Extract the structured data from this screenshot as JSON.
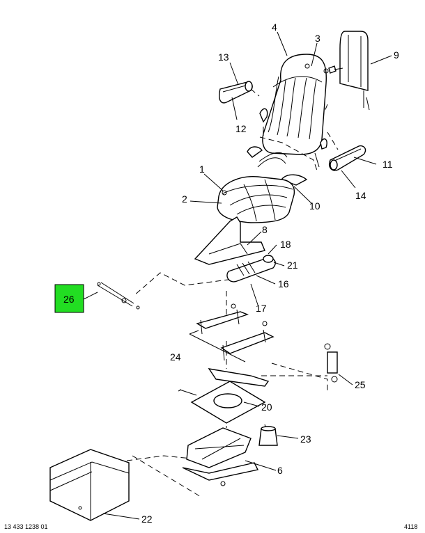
{
  "diagram": {
    "callouts": {
      "c1": "1",
      "c2": "2",
      "c3": "3",
      "c4": "4",
      "c6": "6",
      "c8": "8",
      "c9": "9",
      "c10": "10",
      "c11": "11",
      "c12": "12",
      "c13": "13",
      "c14": "14",
      "c16": "16",
      "c17": "17",
      "c18": "18",
      "c20": "20",
      "c21": "21",
      "c22": "22",
      "c23": "23",
      "c24": "24",
      "c25": "25",
      "c26": "26"
    },
    "highlight": {
      "label": "26",
      "color": "#22dd22"
    },
    "footer": {
      "left": "13 433 1238 01",
      "right": "4118"
    }
  }
}
